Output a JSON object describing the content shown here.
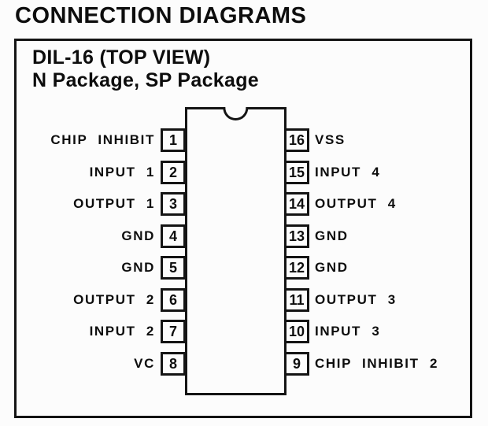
{
  "page": {
    "title": "CONNECTION DIAGRAMS"
  },
  "diagram": {
    "heading_line1": "DIL-16 (TOP VIEW)",
    "heading_line2": "N Package, SP Package",
    "package_type": "DIL-16",
    "colors": {
      "ink": "#141414",
      "background": "#fcfcfc"
    },
    "pins": {
      "left": [
        {
          "number": "1",
          "label": "CHIP INHIBIT"
        },
        {
          "number": "2",
          "label": "INPUT 1"
        },
        {
          "number": "3",
          "label": "OUTPUT 1"
        },
        {
          "number": "4",
          "label": "GND"
        },
        {
          "number": "5",
          "label": "GND"
        },
        {
          "number": "6",
          "label": "OUTPUT 2"
        },
        {
          "number": "7",
          "label": "INPUT 2"
        },
        {
          "number": "8",
          "label": "VC"
        }
      ],
      "right": [
        {
          "number": "16",
          "label": "VSS"
        },
        {
          "number": "15",
          "label": "INPUT 4"
        },
        {
          "number": "14",
          "label": "OUTPUT 4"
        },
        {
          "number": "13",
          "label": "GND"
        },
        {
          "number": "12",
          "label": "GND"
        },
        {
          "number": "11",
          "label": "OUTPUT 3"
        },
        {
          "number": "10",
          "label": "INPUT 3"
        },
        {
          "number": "9",
          "label": "CHIP INHIBIT 2"
        }
      ]
    }
  }
}
